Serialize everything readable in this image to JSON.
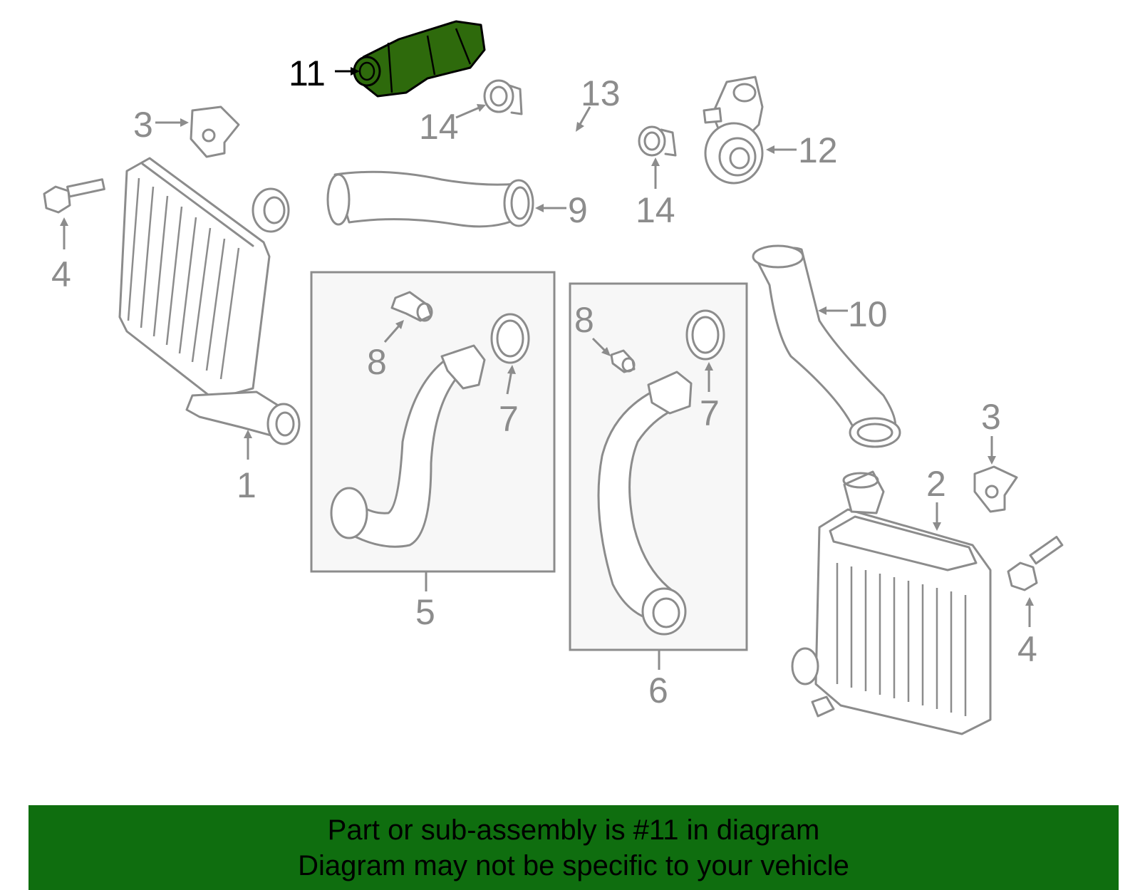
{
  "callouts": {
    "c1": "1",
    "c2": "2",
    "c3a": "3",
    "c3b": "3",
    "c4a": "4",
    "c4b": "4",
    "c5": "5",
    "c6": "6",
    "c7a": "7",
    "c7b": "7",
    "c8a": "8",
    "c8b": "8",
    "c9": "9",
    "c10": "10",
    "c11": "11",
    "c12": "12",
    "c13": "13",
    "c14a": "14",
    "c14b": "14"
  },
  "highlighted_part": "11",
  "colors": {
    "highlight": "#2e6a0c",
    "banner": "#0f6e0f",
    "line": "#8c8c8c"
  },
  "banner": {
    "line1": "Part or sub-assembly is #11 in diagram",
    "line2": "Diagram may not be specific to your vehicle"
  }
}
